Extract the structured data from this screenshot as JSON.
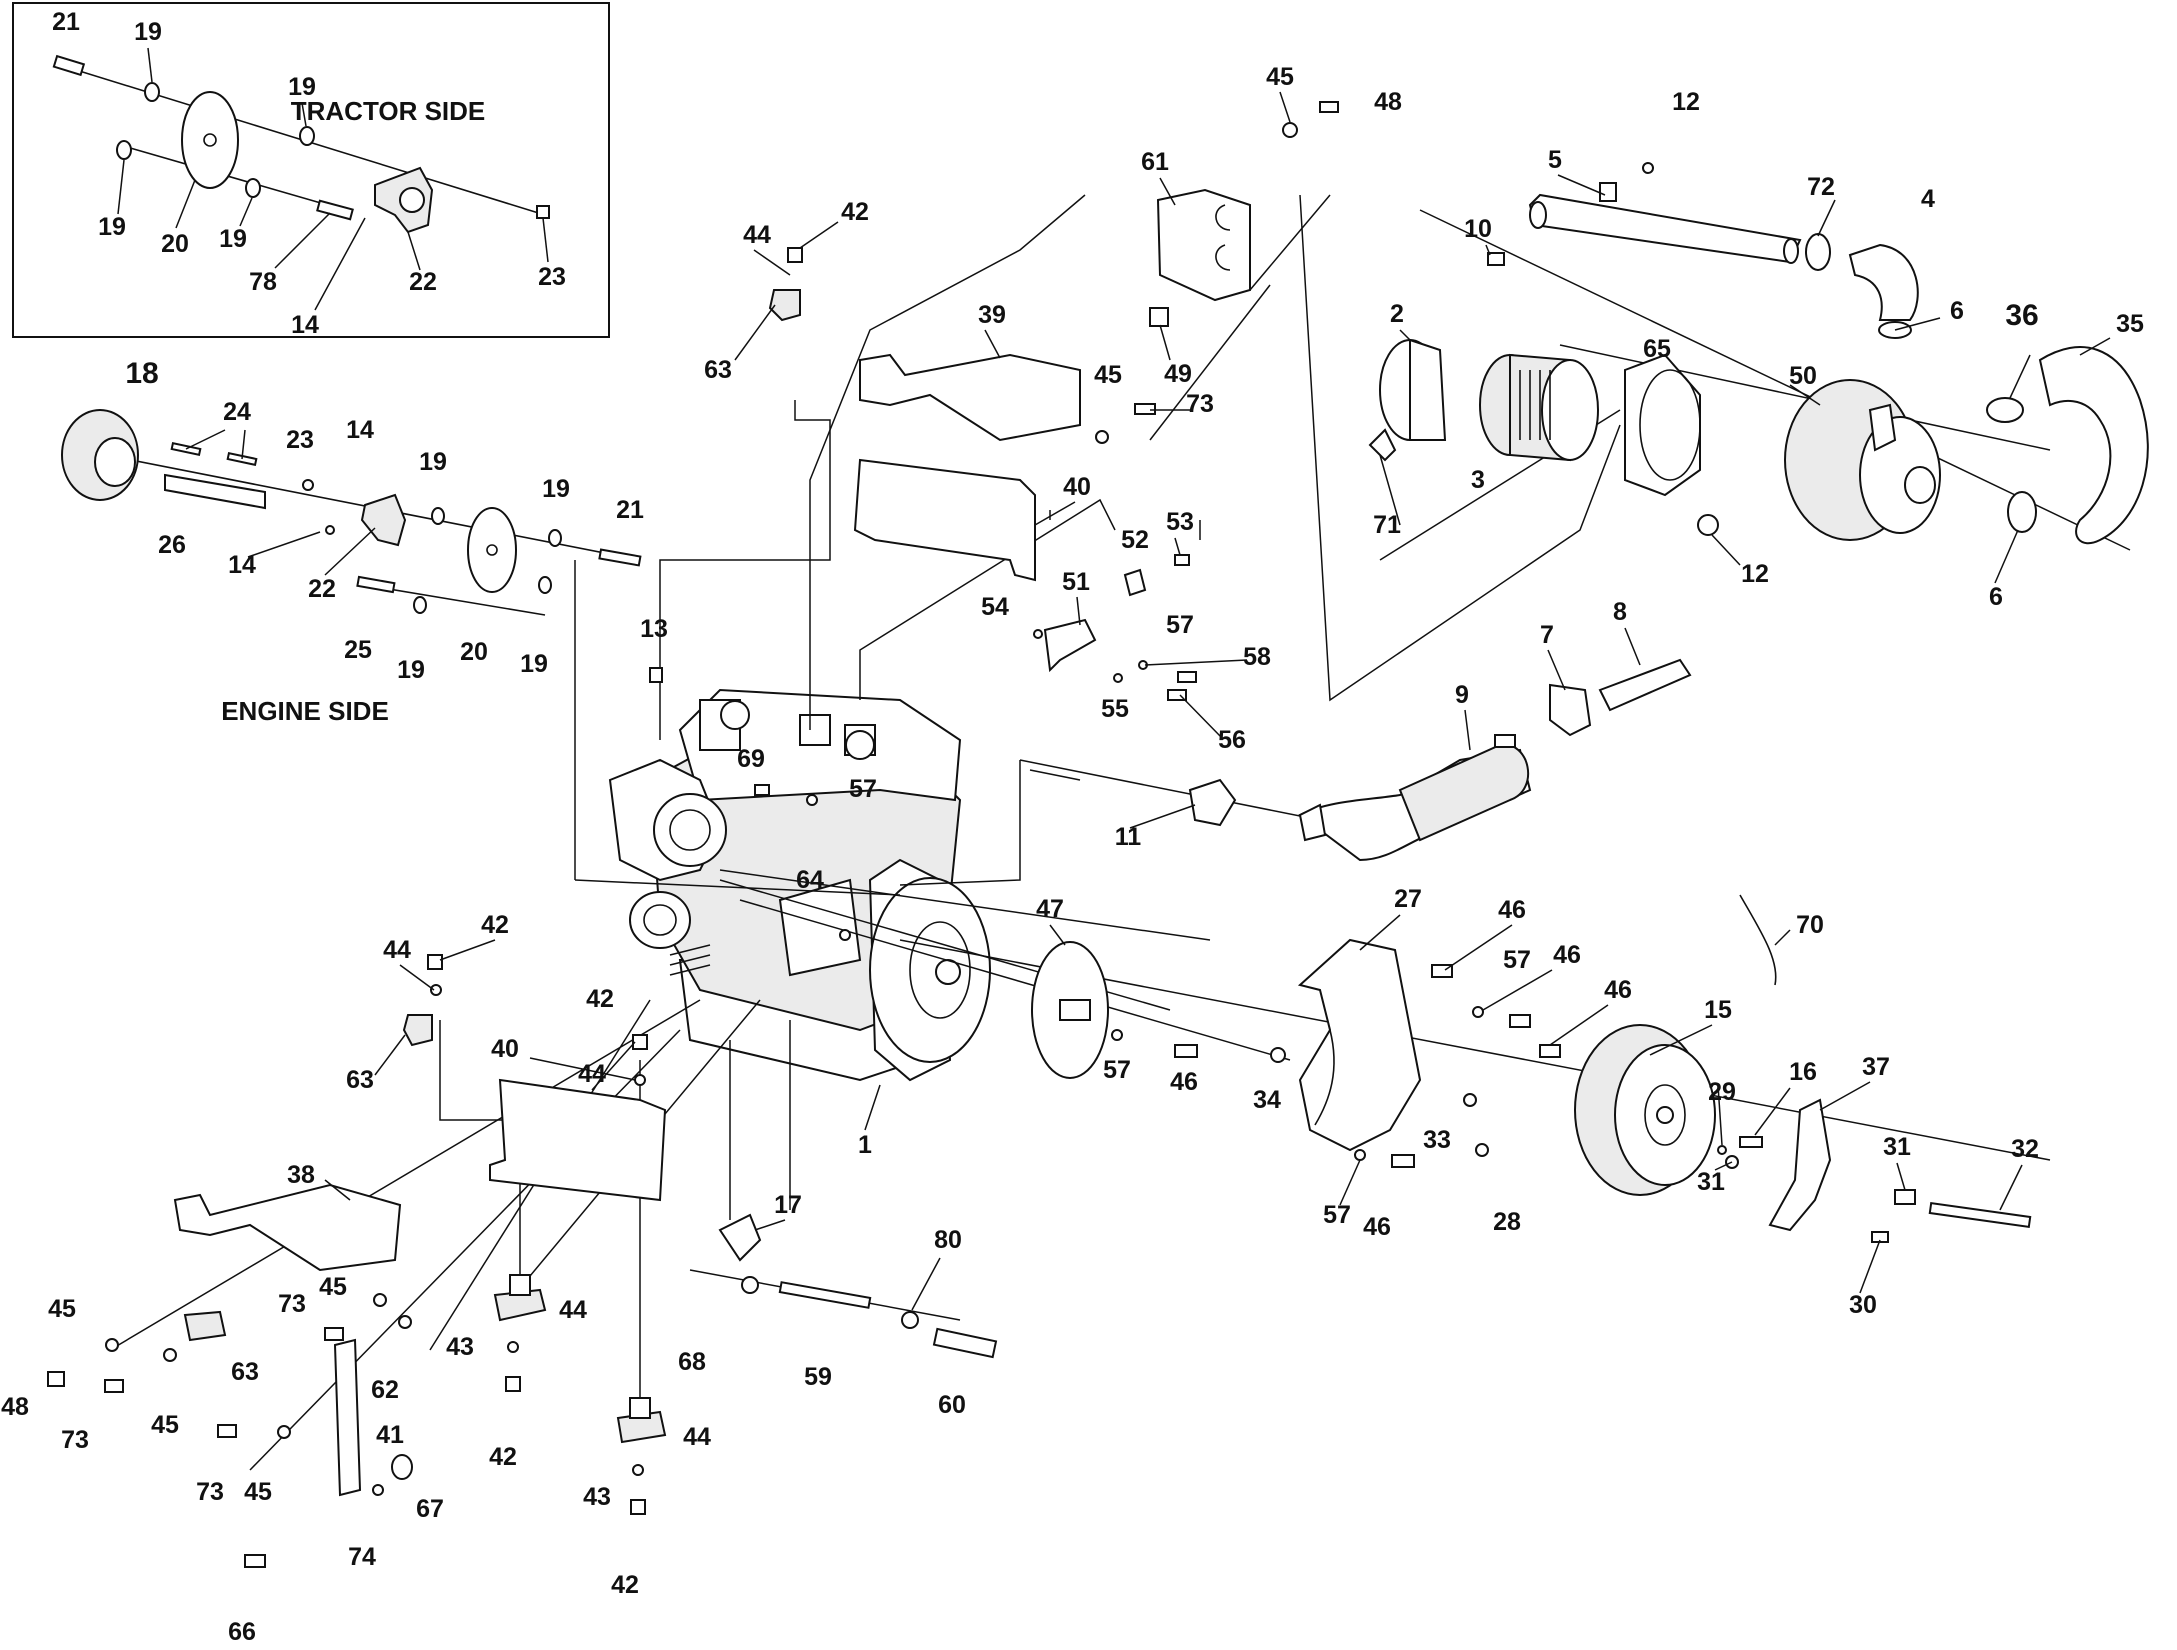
{
  "headings": {
    "tractor_side": "TRACTOR SIDE",
    "engine_side": "ENGINE SIDE"
  },
  "callouts": [
    {
      "id": "c1",
      "text": "21"
    },
    {
      "id": "c2",
      "text": "19"
    },
    {
      "id": "c3",
      "text": "19"
    },
    {
      "id": "c4",
      "text": "19"
    },
    {
      "id": "c5",
      "text": "20"
    },
    {
      "id": "c6",
      "text": "19"
    },
    {
      "id": "c7",
      "text": "78"
    },
    {
      "id": "c8",
      "text": "14"
    },
    {
      "id": "c9",
      "text": "22"
    },
    {
      "id": "c10",
      "text": "23"
    },
    {
      "id": "c11",
      "text": "18",
      "big": true
    },
    {
      "id": "c12",
      "text": "24"
    },
    {
      "id": "c13",
      "text": "23"
    },
    {
      "id": "c14",
      "text": "14"
    },
    {
      "id": "c15",
      "text": "19"
    },
    {
      "id": "c16",
      "text": "19"
    },
    {
      "id": "c17",
      "text": "21"
    },
    {
      "id": "c18",
      "text": "26"
    },
    {
      "id": "c19",
      "text": "14"
    },
    {
      "id": "c20",
      "text": "22"
    },
    {
      "id": "c21",
      "text": "25"
    },
    {
      "id": "c22",
      "text": "19"
    },
    {
      "id": "c23",
      "text": "20"
    },
    {
      "id": "c24",
      "text": "19"
    },
    {
      "id": "c25",
      "text": "44"
    },
    {
      "id": "c26",
      "text": "42"
    },
    {
      "id": "c27",
      "text": "63"
    },
    {
      "id": "c28",
      "text": "39"
    },
    {
      "id": "c29",
      "text": "45"
    },
    {
      "id": "c30",
      "text": "48"
    },
    {
      "id": "c31",
      "text": "61"
    },
    {
      "id": "c32",
      "text": "49"
    },
    {
      "id": "c33",
      "text": "45"
    },
    {
      "id": "c34",
      "text": "73"
    },
    {
      "id": "c35",
      "text": "40"
    },
    {
      "id": "c36",
      "text": "52"
    },
    {
      "id": "c37",
      "text": "53"
    },
    {
      "id": "c38",
      "text": "54"
    },
    {
      "id": "c39",
      "text": "51"
    },
    {
      "id": "c40",
      "text": "57"
    },
    {
      "id": "c41",
      "text": "58"
    },
    {
      "id": "c42",
      "text": "55"
    },
    {
      "id": "c43",
      "text": "56"
    },
    {
      "id": "c44",
      "text": "13"
    },
    {
      "id": "c45",
      "text": "69"
    },
    {
      "id": "c46",
      "text": "57"
    },
    {
      "id": "c47",
      "text": "64"
    },
    {
      "id": "c48",
      "text": "11"
    },
    {
      "id": "c49",
      "text": "12"
    },
    {
      "id": "c50",
      "text": "5"
    },
    {
      "id": "c51",
      "text": "10"
    },
    {
      "id": "c52",
      "text": "72"
    },
    {
      "id": "c53",
      "text": "4"
    },
    {
      "id": "c54",
      "text": "6"
    },
    {
      "id": "c55",
      "text": "36",
      "big": true
    },
    {
      "id": "c56",
      "text": "35"
    },
    {
      "id": "c57",
      "text": "2"
    },
    {
      "id": "c58",
      "text": "65"
    },
    {
      "id": "c59",
      "text": "50"
    },
    {
      "id": "c60",
      "text": "3"
    },
    {
      "id": "c61",
      "text": "71"
    },
    {
      "id": "c62",
      "text": "12"
    },
    {
      "id": "c63",
      "text": "6"
    },
    {
      "id": "c64",
      "text": "8"
    },
    {
      "id": "c65",
      "text": "7"
    },
    {
      "id": "c66",
      "text": "9"
    },
    {
      "id": "c67",
      "text": "70"
    },
    {
      "id": "c68",
      "text": "47"
    },
    {
      "id": "c69",
      "text": "27"
    },
    {
      "id": "c70",
      "text": "46"
    },
    {
      "id": "c71",
      "text": "57"
    },
    {
      "id": "c72",
      "text": "46"
    },
    {
      "id": "c73",
      "text": "46"
    },
    {
      "id": "c74",
      "text": "15"
    },
    {
      "id": "c75",
      "text": "57"
    },
    {
      "id": "c76",
      "text": "46"
    },
    {
      "id": "c77",
      "text": "34"
    },
    {
      "id": "c78",
      "text": "33"
    },
    {
      "id": "c79",
      "text": "29"
    },
    {
      "id": "c80",
      "text": "16"
    },
    {
      "id": "c81",
      "text": "37"
    },
    {
      "id": "c82",
      "text": "31"
    },
    {
      "id": "c83",
      "text": "31"
    },
    {
      "id": "c84",
      "text": "32"
    },
    {
      "id": "c85",
      "text": "57"
    },
    {
      "id": "c86",
      "text": "46"
    },
    {
      "id": "c87",
      "text": "28"
    },
    {
      "id": "c88",
      "text": "30"
    },
    {
      "id": "c89",
      "text": "1"
    },
    {
      "id": "c90",
      "text": "44"
    },
    {
      "id": "c91",
      "text": "42"
    },
    {
      "id": "c92",
      "text": "63"
    },
    {
      "id": "c93",
      "text": "42"
    },
    {
      "id": "c94",
      "text": "44"
    },
    {
      "id": "c95",
      "text": "40"
    },
    {
      "id": "c96",
      "text": "38"
    },
    {
      "id": "c97",
      "text": "17"
    },
    {
      "id": "c98",
      "text": "80"
    },
    {
      "id": "c99",
      "text": "68"
    },
    {
      "id": "c100",
      "text": "59"
    },
    {
      "id": "c101",
      "text": "60"
    },
    {
      "id": "c102",
      "text": "45"
    },
    {
      "id": "c103",
      "text": "73"
    },
    {
      "id": "c104",
      "text": "45"
    },
    {
      "id": "c105",
      "text": "48"
    },
    {
      "id": "c106",
      "text": "63"
    },
    {
      "id": "c107",
      "text": "73"
    },
    {
      "id": "c108",
      "text": "45"
    },
    {
      "id": "c109",
      "text": "62"
    },
    {
      "id": "c110",
      "text": "44"
    },
    {
      "id": "c111",
      "text": "43"
    },
    {
      "id": "c112",
      "text": "42"
    },
    {
      "id": "c113",
      "text": "73"
    },
    {
      "id": "c114",
      "text": "45"
    },
    {
      "id": "c115",
      "text": "41"
    },
    {
      "id": "c116",
      "text": "67"
    },
    {
      "id": "c117",
      "text": "74"
    },
    {
      "id": "c118",
      "text": "66"
    },
    {
      "id": "c119",
      "text": "43"
    },
    {
      "id": "c120",
      "text": "44"
    },
    {
      "id": "c121",
      "text": "42"
    }
  ]
}
